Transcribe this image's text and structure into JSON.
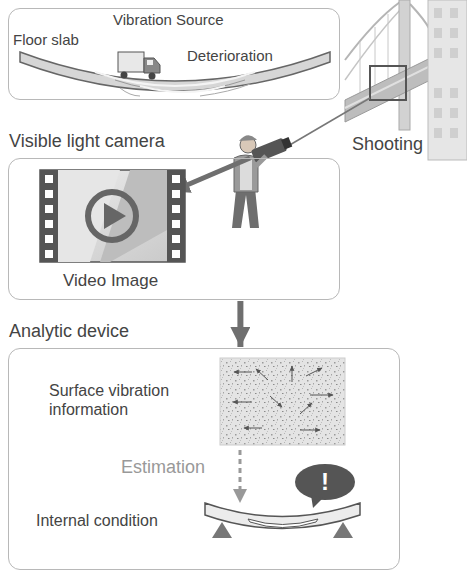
{
  "diagram": {
    "nodes": [
      {
        "text": [
          "Floor slab",
          "Vibration Source",
          "Deterioration"
        ]
      },
      {
        "text": [
          "Visible light camera",
          "Video Image"
        ]
      },
      {
        "text": [
          "Analytic device",
          "Surface vibration information",
          "Estimation",
          "Internal condition"
        ]
      },
      {
        "text": [
          "!"
        ],
        "in": 2
      }
    ],
    "edges": [
      {
        "from": 1,
        "to": 2,
        "arrow": "to"
      }
    ],
    "labels": [
      "Shooting"
    ]
  }
}
